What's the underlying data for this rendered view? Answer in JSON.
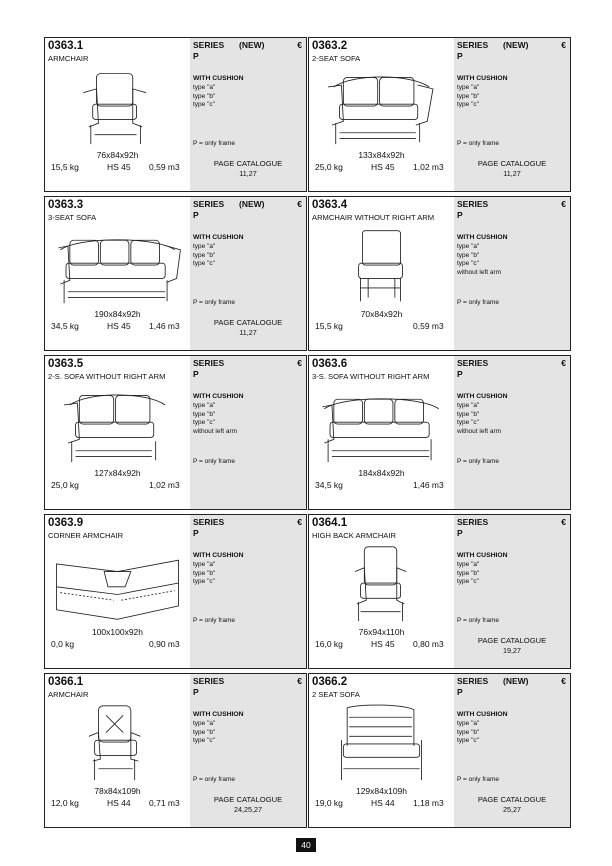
{
  "page_number": "40",
  "cards": [
    {
      "code": "0363.1",
      "name": "ARMCHAIR",
      "series": "SERIES",
      "new": "(NEW)",
      "euro": "€",
      "frame": "P",
      "with_cushion": "WITH CUSHION",
      "types": [
        "type \"a\"",
        "type \"b\"",
        "type \"c\""
      ],
      "p_only": "P = only frame",
      "dims": "76x84x92h",
      "weight": "15,5 kg",
      "hs": "HS 45",
      "volume": "0,59 m3",
      "page_catalogue": "PAGE CATALOGUE",
      "catalogue_pages": "11,27",
      "icon": "armchair-drawing"
    },
    {
      "code": "0363.2",
      "name": "2-SEAT SOFA",
      "series": "SERIES",
      "new": "(NEW)",
      "euro": "€",
      "frame": "P",
      "with_cushion": "WITH CUSHION",
      "types": [
        "type \"a\"",
        "type \"b\"",
        "type \"c\""
      ],
      "p_only": "P = only frame",
      "dims": "133x84x92h",
      "weight": "25,0 kg",
      "hs": "HS 45",
      "volume": "1,02 m3",
      "page_catalogue": "PAGE CATALOGUE",
      "catalogue_pages": "11,27",
      "icon": "two-seat-sofa-drawing"
    },
    {
      "code": "0363.3",
      "name": "3-SEAT SOFA",
      "series": "SERIES",
      "new": "(NEW)",
      "euro": "€",
      "frame": "P",
      "with_cushion": "WITH CUSHION",
      "types": [
        "type \"a\"",
        "type \"b\"",
        "type \"c\""
      ],
      "p_only": "P = only frame",
      "dims": "190x84x92h",
      "weight": "34,5 kg",
      "hs": "HS 45",
      "volume": "1,46 m3",
      "page_catalogue": "PAGE CATALOGUE",
      "catalogue_pages": "11,27",
      "icon": "three-seat-sofa-drawing"
    },
    {
      "code": "0363.4",
      "name": "ARMCHAIR WITHOUT RIGHT ARM",
      "series": "SERIES",
      "new": "",
      "euro": "€",
      "frame": "P",
      "with_cushion": "WITH CUSHION",
      "types": [
        "type \"a\"",
        "type \"b\"",
        "type \"c\"",
        "without left arm"
      ],
      "p_only": "P = only frame",
      "dims": "70x84x92h",
      "weight": "15,5 kg",
      "hs": "",
      "volume": "0,59 m3",
      "page_catalogue": "",
      "catalogue_pages": "",
      "icon": "armless-chair-drawing"
    },
    {
      "code": "0363.5",
      "name": "2-S. SOFA WITHOUT RIGHT ARM",
      "series": "SERIES",
      "new": "",
      "euro": "€",
      "frame": "P",
      "with_cushion": "WITH CUSHION",
      "types": [
        "type \"a\"",
        "type \"b\"",
        "type \"c\"",
        "without left arm"
      ],
      "p_only": "P = only frame",
      "dims": "127x84x92h",
      "weight": "25,0 kg",
      "hs": "",
      "volume": "1,02 m3",
      "page_catalogue": "",
      "catalogue_pages": "",
      "icon": "two-seat-sofa-one-arm-drawing"
    },
    {
      "code": "0363.6",
      "name": "3-S. SOFA WITHOUT RIGHT ARM",
      "series": "SERIES",
      "new": "",
      "euro": "€",
      "frame": "P",
      "with_cushion": "WITH CUSHION",
      "types": [
        "type \"a\"",
        "type \"b\"",
        "type \"c\"",
        "without left arm"
      ],
      "p_only": "P = only frame",
      "dims": "184x84x92h",
      "weight": "34,5 kg",
      "hs": "",
      "volume": "1,46 m3",
      "page_catalogue": "",
      "catalogue_pages": "",
      "icon": "three-seat-sofa-one-arm-drawing"
    },
    {
      "code": "0363.9",
      "name": "CORNER ARMCHAIR",
      "series": "SERIES",
      "new": "",
      "euro": "€",
      "frame": "P",
      "with_cushion": "WITH CUSHION",
      "types": [
        "type \"a\"",
        "type \"b\"",
        "type \"c\""
      ],
      "p_only": "P = only frame",
      "dims": "100x100x92h",
      "weight": "0,0 kg",
      "hs": "",
      "volume": "0,90 m3",
      "page_catalogue": "",
      "catalogue_pages": "",
      "icon": "corner-armchair-drawing"
    },
    {
      "code": "0364.1",
      "name": "HIGH BACK ARMCHAIR",
      "series": "SERIES",
      "new": "",
      "euro": "€",
      "frame": "P",
      "with_cushion": "WITH CUSHION",
      "types": [
        "type \"a\"",
        "type \"b\"",
        "type \"c\""
      ],
      "p_only": "P = only frame",
      "dims": "76x94x110h",
      "weight": "16,0 kg",
      "hs": "HS 45",
      "volume": "0,80 m3",
      "page_catalogue": "PAGE CATALOGUE",
      "catalogue_pages": "19,27",
      "icon": "high-back-armchair-drawing"
    },
    {
      "code": "0366.1",
      "name": "ARMCHAIR",
      "series": "SERIES",
      "new": "",
      "euro": "€",
      "frame": "P",
      "with_cushion": "WITH CUSHION",
      "types": [
        "type \"a\"",
        "type \"b\"",
        "type \"c\""
      ],
      "p_only": "P = only frame",
      "dims": "78x84x109h",
      "weight": "12,0 kg",
      "hs": "HS 44",
      "volume": "0,71 m3",
      "page_catalogue": "PAGE CATALOGUE",
      "catalogue_pages": "24,25,27",
      "icon": "tufted-armchair-drawing"
    },
    {
      "code": "0366.2",
      "name": "2 SEAT SOFA",
      "series": "SERIES",
      "new": "(NEW)",
      "euro": "€",
      "frame": "P",
      "with_cushion": "WITH CUSHION",
      "types": [
        "type \"a\"",
        "type \"b\"",
        "type \"c\""
      ],
      "p_only": "P = only frame",
      "dims": "129x84x109h",
      "weight": "19,0 kg",
      "hs": "HS 44",
      "volume": "1,18 m3",
      "page_catalogue": "PAGE CATALOGUE",
      "catalogue_pages": "25,27",
      "icon": "two-seat-sofa-slatted-drawing"
    }
  ]
}
